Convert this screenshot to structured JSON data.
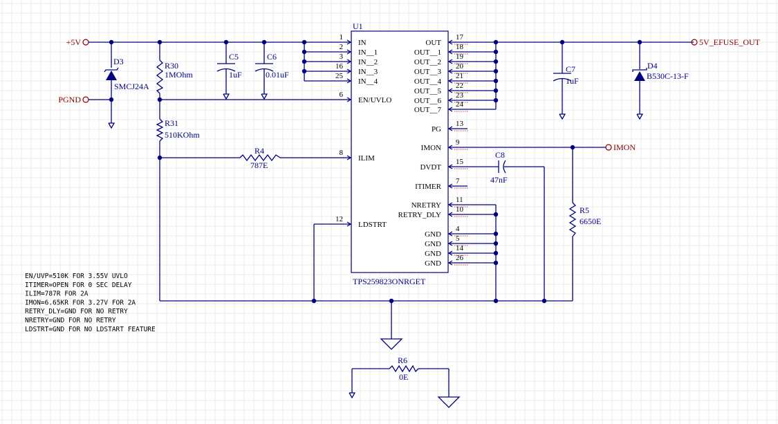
{
  "nets": {
    "vin": "+5V",
    "pgnd": "PGND",
    "vout": "5V_EFUSE_OUT",
    "imon": "IMON"
  },
  "ic": {
    "ref": "U1",
    "part": "TPS259823ONRGET",
    "left_pins": [
      {
        "num": "1",
        "name": "IN"
      },
      {
        "num": "2",
        "name": "IN__1"
      },
      {
        "num": "3",
        "name": "IN__2"
      },
      {
        "num": "16",
        "name": "IN__3"
      },
      {
        "num": "25",
        "name": "IN__4"
      },
      {
        "num": "6",
        "name": "EN/UVLO"
      },
      {
        "num": "8",
        "name": "ILIM"
      },
      {
        "num": "12",
        "name": "LDSTRT"
      }
    ],
    "right_pins": [
      {
        "num": "17",
        "name": "OUT"
      },
      {
        "num": "18",
        "name": "OUT__1"
      },
      {
        "num": "19",
        "name": "OUT__2"
      },
      {
        "num": "20",
        "name": "OUT__3"
      },
      {
        "num": "21",
        "name": "OUT__4"
      },
      {
        "num": "22",
        "name": "OUT__5"
      },
      {
        "num": "23",
        "name": "OUT__6"
      },
      {
        "num": "24",
        "name": "OUT__7"
      },
      {
        "num": "13",
        "name": "PG"
      },
      {
        "num": "9",
        "name": "IMON"
      },
      {
        "num": "15",
        "name": "DVDT"
      },
      {
        "num": "7",
        "name": "ITIMER"
      },
      {
        "num": "11",
        "name": "NRETRY"
      },
      {
        "num": "10",
        "name": "RETRY_DLY"
      },
      {
        "num": "4",
        "name": "GND"
      },
      {
        "num": "5",
        "name": "GND"
      },
      {
        "num": "14",
        "name": "GND"
      },
      {
        "num": "26",
        "name": "GND"
      }
    ]
  },
  "components": {
    "d3": {
      "ref": "D3",
      "value": "SMCJ24A"
    },
    "r30": {
      "ref": "R30",
      "value": "1MOhm"
    },
    "r31": {
      "ref": "R31",
      "value": "510KOhm"
    },
    "c5": {
      "ref": "C5",
      "value": "1uF"
    },
    "c6": {
      "ref": "C6",
      "value": "0.01uF"
    },
    "r4": {
      "ref": "R4",
      "value": "787E"
    },
    "c7": {
      "ref": "C7",
      "value": "1uF"
    },
    "d4": {
      "ref": "D4",
      "value": "B530C-13-F"
    },
    "c8": {
      "ref": "C8",
      "value": "47nF"
    },
    "r5": {
      "ref": "R5",
      "value": "6650E"
    },
    "r6": {
      "ref": "R6",
      "value": "0E"
    }
  },
  "notes": [
    "EN/UVP=510K FOR 3.55V UVLO",
    "ITIMER=OPEN FOR 0 SEC DELAY",
    "ILIM=787R FOR 2A",
    "IMON=6.65KR FOR 3.27V FOR 2A",
    "RETRY_DLY=GND FOR NO RETRY",
    "NRETRY=GND FOR NO RETRY",
    "LDSTRT=GND FOR NO LDSTART FEATURE"
  ],
  "colors": {
    "wire": "#000080",
    "port_label": "#8a0000",
    "pin_text": "#000000",
    "grid": "#ebebeb"
  }
}
